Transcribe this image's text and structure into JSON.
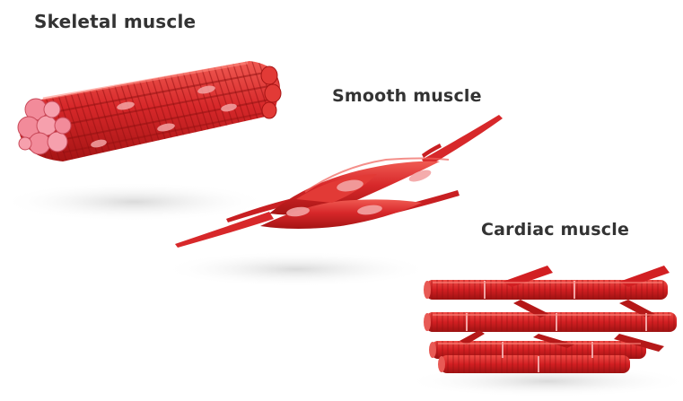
{
  "labels": {
    "skeletal": "Skeletal muscle",
    "smooth": "Smooth muscle",
    "cardiac": "Cardiac muscle"
  },
  "colors": {
    "muscle_red": "#d7282a",
    "muscle_dark": "#a51414",
    "muscle_light": "#f05a52",
    "fiber_end_pink": "#f28b9a",
    "nucleus_pink": "#f3a3a3",
    "shadow_gray": "#dddddd",
    "label_text": "#333333"
  }
}
